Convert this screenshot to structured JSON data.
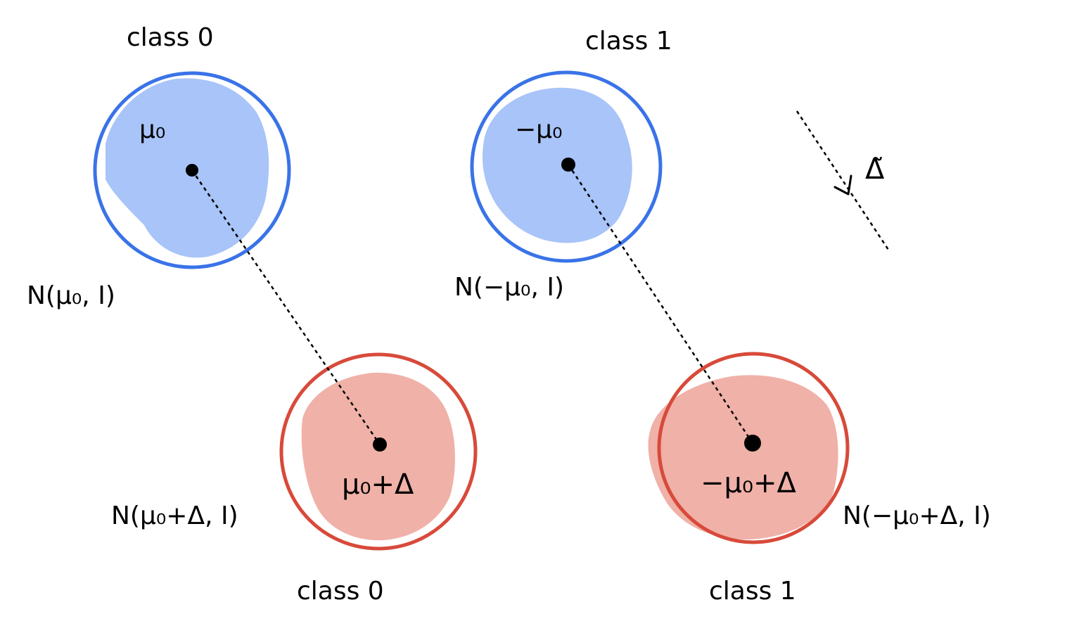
{
  "colors": {
    "blue_ring": "#3a73e8",
    "blue_fill": "#a8c4f8",
    "red_ring": "#d84a3a",
    "red_fill": "#f0b1a8",
    "ink": "#000000"
  },
  "clusters": [
    {
      "id": "top-left",
      "class_label": "class 0",
      "center_label": "μ₀",
      "dist_label": "N(μ₀, I)",
      "color": "blue"
    },
    {
      "id": "top-right",
      "class_label": "class 1",
      "center_label": "−μ₀",
      "dist_label": "N(−μ₀, I)",
      "color": "blue"
    },
    {
      "id": "bottom-left",
      "class_label": "class 0",
      "center_label": "μ₀+Δ",
      "dist_label": "N(μ₀+Δ, I)",
      "color": "red"
    },
    {
      "id": "bottom-right",
      "class_label": "class 1",
      "center_label": "−μ₀+Δ",
      "dist_label": "N(−μ₀+Δ, I)",
      "color": "red"
    }
  ],
  "direction": {
    "label": "Δ̃"
  }
}
